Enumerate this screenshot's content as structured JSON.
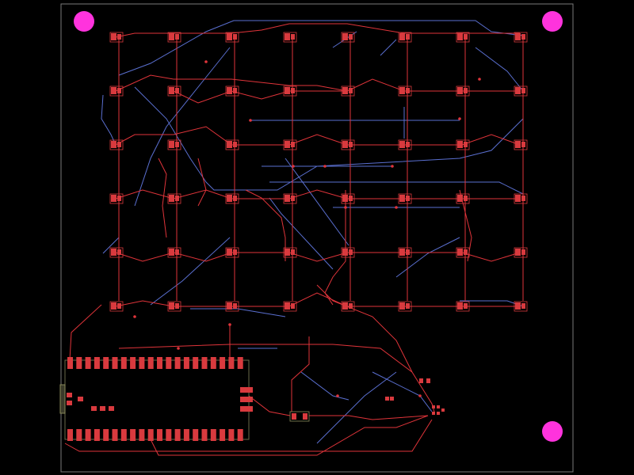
{
  "view": {
    "background": "#000000",
    "board_outline_color": "#7a7a7a"
  },
  "colors": {
    "front_copper": "#e0343a",
    "back_copper": "#5a6fd0",
    "pad": "#d93a3e",
    "mounting_hole": "#ff33dd",
    "connector_body": "#8a8a5a"
  },
  "pcb": {
    "mounting_holes": 3,
    "switch_grid": {
      "rows": 6,
      "columns": 8
    },
    "microcontroller_pins_per_side": 20
  }
}
